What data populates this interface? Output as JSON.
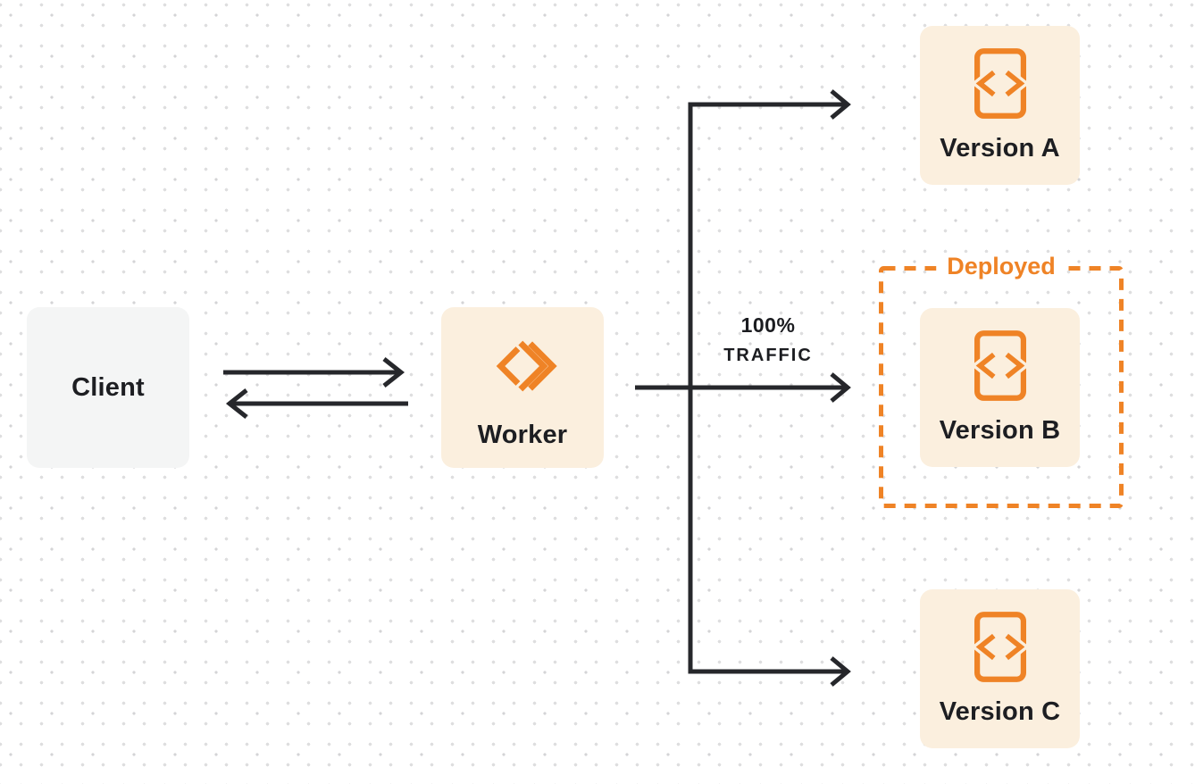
{
  "diagram": {
    "nodes": {
      "client": {
        "label": "Client"
      },
      "worker": {
        "label": "Worker"
      },
      "version_a": {
        "label": "Version A"
      },
      "version_b": {
        "label": "Version B"
      },
      "version_c": {
        "label": "Version C"
      }
    },
    "groups": {
      "deployed": {
        "label": "Deployed"
      }
    },
    "edges": {
      "worker_to_version_b": {
        "label_line1": "100%",
        "label_line2": "TRAFFIC"
      }
    },
    "icons": {
      "worker": "workers-logo-icon",
      "versions": "code-file-icon"
    },
    "colors": {
      "accent_orange": "#ef8326",
      "node_fill_peach": "#fbefde",
      "node_fill_gray": "#f4f5f5",
      "arrow_dark": "#26272b",
      "text_dark": "#1d1e22",
      "dot_gray": "#d8d8da"
    }
  }
}
